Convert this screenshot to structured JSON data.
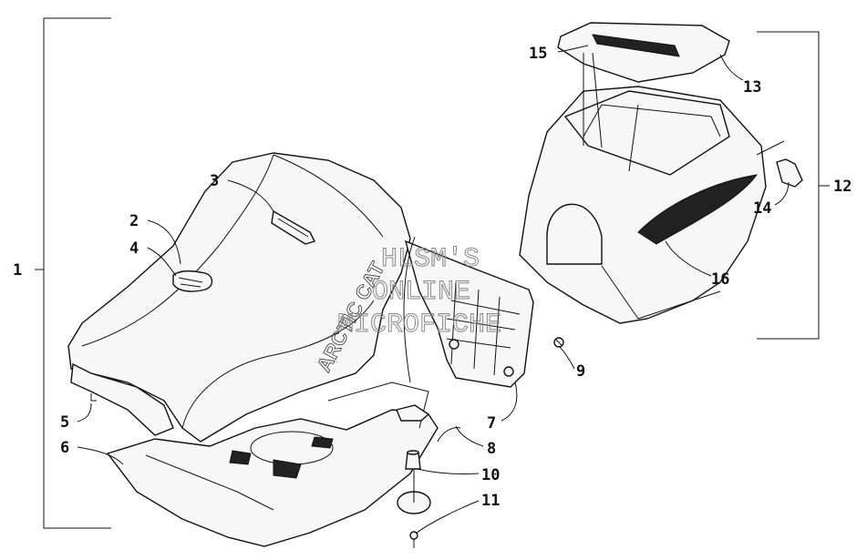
{
  "callouts": {
    "c1": "1",
    "c2": "2",
    "c3": "3",
    "c4": "4",
    "c5": "5",
    "c6": "6",
    "c7": "7",
    "c8": "8",
    "c9": "9",
    "c10": "10",
    "c11": "11",
    "c12": "12",
    "c13": "13",
    "c14": "14",
    "c15": "15",
    "c16": "16"
  },
  "watermark": {
    "line1": "HLSM'S",
    "line2": "ONLINE",
    "line3": "MICROFICHE"
  },
  "seat_lettering": "ARCTIC CAT"
}
